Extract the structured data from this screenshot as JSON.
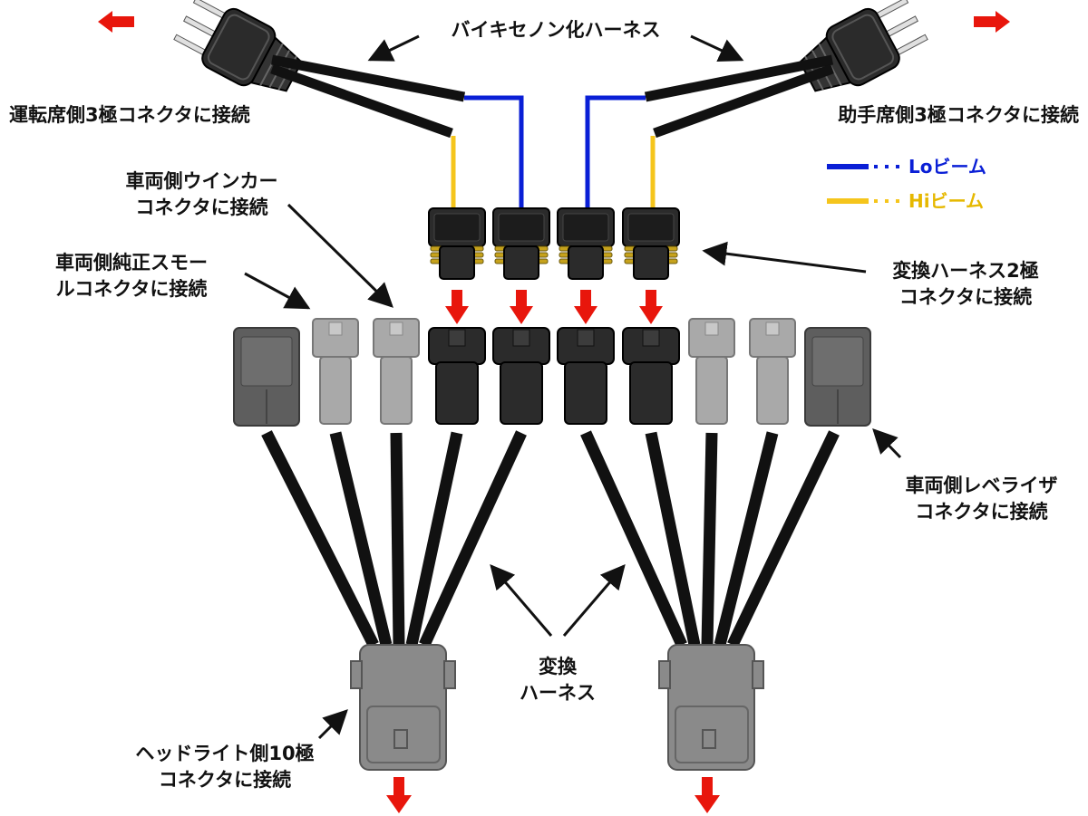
{
  "title": "バイキセノン化ハーネス",
  "labels": {
    "driver_side": "運転席側3極コネクタに接続",
    "passenger_side": "助手席側3極コネクタに接続",
    "turn_signal": [
      "車両側ウインカー",
      "コネクタに接続"
    ],
    "small_lamp": [
      "車両側純正スモー",
      "ルコネクタに接続"
    ],
    "conversion_2pin": [
      "変換ハーネス2極",
      "コネクタに接続"
    ],
    "leveler": [
      "車両側レベライザ",
      "コネクタに接続"
    ],
    "conversion_harness": [
      "変換",
      "ハーネス"
    ],
    "headlight_10pin": [
      "ヘッドライト側10極",
      "コネクタに接続"
    ]
  },
  "legend": [
    {
      "label": "Loビーム",
      "color": "#0a1fd6"
    },
    {
      "label": "Hiビーム",
      "color": "#f5c51c"
    }
  ],
  "colors": {
    "lo_wire": "#0a1fd6",
    "hi_wire": "#f5c51c",
    "arrow_red": "#e8160c",
    "cable": "#111111",
    "connector_black": "#2b2b2b",
    "connector_dark_gray": "#5e5e5e",
    "connector_light_gray": "#a9a9a9",
    "connector_gray": "#8a8a8a",
    "seal_yellow": "#c6a21c"
  }
}
